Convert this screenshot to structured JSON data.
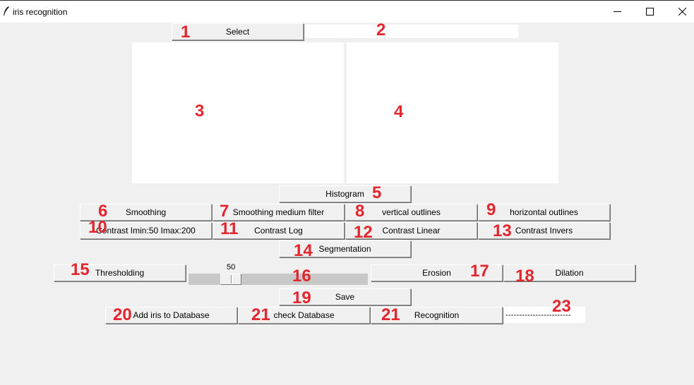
{
  "window": {
    "title": "iris recognition",
    "controls": {
      "minimize": "minimize-icon",
      "maximize": "maximize-icon",
      "close": "close-icon"
    }
  },
  "toolbar": {
    "select_label": "Select",
    "path_value": ""
  },
  "buttons": {
    "histogram": "Histogram",
    "smoothing": "Smoothing",
    "smoothing_medium": "Smoothing medium filter",
    "vertical_outlines": "vertical outlines",
    "horizontal_outlines": "horizontal outlines",
    "contrast_minmax": "Contrast Imin:50 Imax:200",
    "contrast_log": "Contrast Log",
    "contrast_linear": "Contrast Linear",
    "contrast_invers": "Contrast Invers",
    "segmentation": "Segmentation",
    "thresholding": "Thresholding",
    "erosion": "Erosion",
    "dilation": "Dilation",
    "save": "Save",
    "add_iris": "Add iris to Database",
    "check_database": "check Database",
    "recognition": "Recognition"
  },
  "slider": {
    "value": "50",
    "min": 0,
    "max": 255
  },
  "result_text": "------------------------",
  "annotations": [
    "1",
    "2",
    "3",
    "4",
    "5",
    "6",
    "7",
    "8",
    "9",
    "10",
    "11",
    "12",
    "13",
    "14",
    "15",
    "16",
    "17",
    "18",
    "19",
    "20",
    "21",
    "21",
    "23"
  ],
  "colors": {
    "annotation": "#e3262e",
    "window_bg": "#f0f0f0",
    "panel_bg": "#ffffff"
  }
}
